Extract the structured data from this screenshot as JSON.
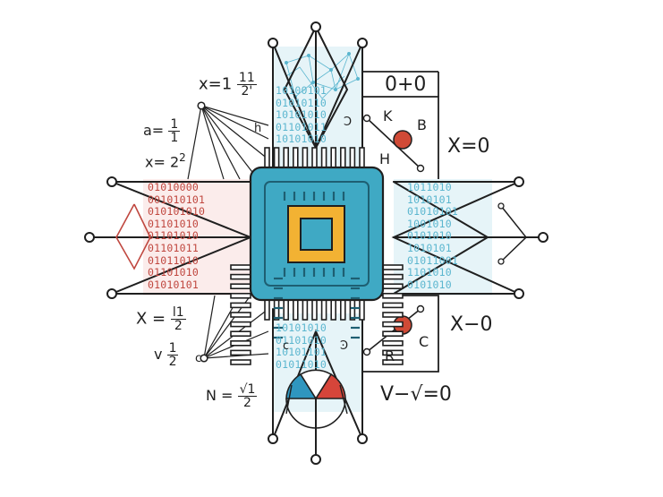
{
  "colors": {
    "outline": "#1f1f1f",
    "chip_teal": "#3fa9c4",
    "chip_dark_teal": "#1e5f72",
    "core_yellow": "#f2b233",
    "binary_red": "#c0473f",
    "binary_blue": "#5bb6cf",
    "node_red": "#d04a36",
    "pie_blue": "#2f96bf",
    "pie_red": "#d6453a"
  },
  "equations": {
    "top_left_prefix": "x=1",
    "top_left_num": "11",
    "top_left_den": "2'",
    "a_prefix": "a=",
    "a_num": "1",
    "a_den": "1",
    "x2_prefix": "x=",
    "x2_den": "2",
    "x2_exp": "2",
    "X_prefix": "X =",
    "X_num": "l1",
    "X_den": "2",
    "v_prefix": "v",
    "v_num": "1",
    "v_den": "2",
    "N_prefix": "N =",
    "N_num": "√1",
    "N_den": "2",
    "top_right": "0+0",
    "right_eq1": "X=0",
    "right_eq2": "X−0",
    "bottom_right": "V−√=0"
  },
  "node_labels": {
    "K": "K",
    "B": "B",
    "H": "H",
    "C": "C",
    "R": "R",
    "h_top": "h",
    "e_top": "Ͻ",
    "c_bottom": "ϲ",
    "e_bottom": "Ͽ",
    "c_left": "c"
  },
  "binary": {
    "left": [
      "01010000",
      "001010101",
      "010101010",
      "01101010",
      "01101010",
      "01101011",
      "01011010",
      "01101010",
      "01010101"
    ],
    "right": [
      "1011010",
      "1010101",
      "01010101",
      "1001010",
      "0101010",
      "1010101",
      "01011001",
      "1101010",
      "0101010"
    ],
    "top": [
      "10100101",
      "01010110",
      "10101010",
      "01101011",
      "10101010"
    ],
    "bottom": [
      "10101010",
      "01101010",
      "10101101",
      "01011010"
    ]
  }
}
